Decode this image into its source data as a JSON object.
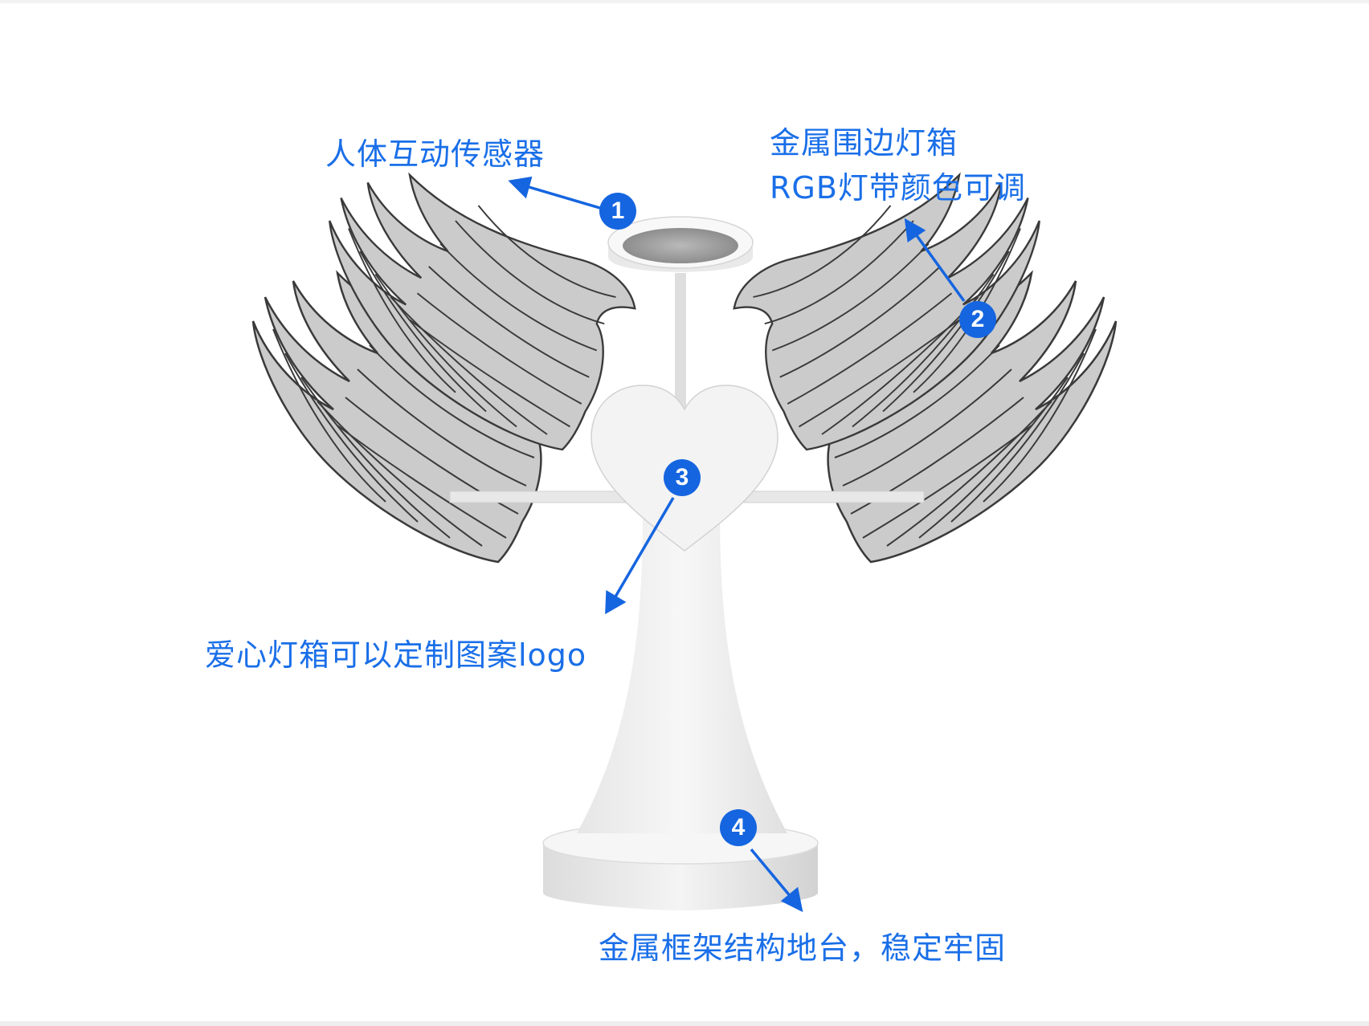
{
  "callouts": [
    {
      "number": "1",
      "lines": [
        "人体互动传感器"
      ]
    },
    {
      "number": "2",
      "lines": [
        "金属围边灯箱",
        "RGB灯带颜色可调"
      ]
    },
    {
      "number": "3",
      "lines": [
        "爱心灯箱可以定制图案logo"
      ]
    },
    {
      "number": "4",
      "lines": [
        "金属框架结构地台，稳定牢固"
      ]
    }
  ],
  "colors": {
    "accent": "#1a6fe8",
    "badge": "#1565e0",
    "wing_fill": "#c9c9c9",
    "structure": "#f0f0f0"
  },
  "icons": [
    "halo-ring",
    "angel-wings",
    "heart-lightbox",
    "pedestal-base"
  ]
}
